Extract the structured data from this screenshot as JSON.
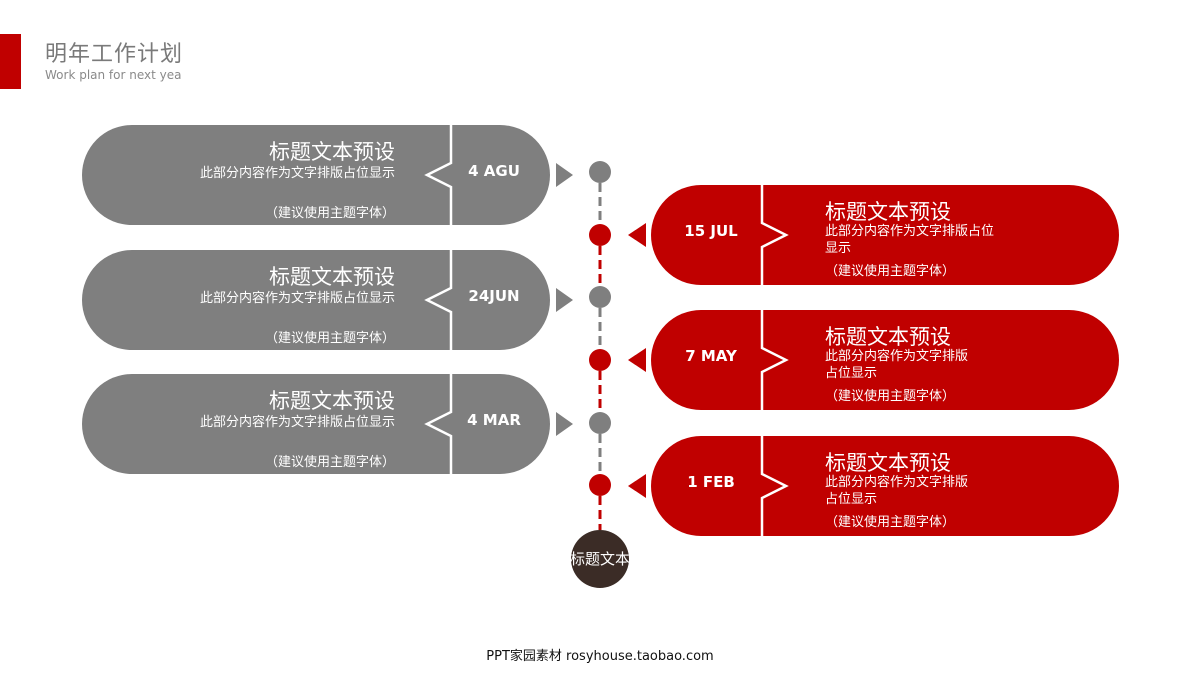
{
  "header": {
    "title": "明年工作计划",
    "subtitle": "Work plan for next yea"
  },
  "left_items": [
    {
      "date": "4 AGU",
      "title": "标题文本预设",
      "body": "此部分内容作为文字排版占位显示",
      "note": "（建议使用主题字体）"
    },
    {
      "date": "24JUN",
      "title": "标题文本预设",
      "body": "此部分内容作为文字排版占位显示",
      "note": "（建议使用主题字体）"
    },
    {
      "date": "4 MAR",
      "title": "标题文本预设",
      "body": "此部分内容作为文字排版占位显示",
      "note": "（建议使用主题字体）"
    }
  ],
  "right_items": [
    {
      "date": "15 JUL",
      "title": "标题文本预设",
      "body_line1": "此部分内容作为文字排版占位",
      "body_line2": "显示",
      "note": "（建议使用主题字体）"
    },
    {
      "date": "7 MAY",
      "title": "标题文本预设",
      "body_line1": "此部分内容作为文字排版",
      "body_line2": "占位显示",
      "note": "（建议使用主题字体）"
    },
    {
      "date": "1 FEB",
      "title": "标题文本预设",
      "body_line1": "此部分内容作为文字排版",
      "body_line2": "占位显示",
      "note": "（建议使用主题字体）"
    }
  ],
  "end_label": "标题文本",
  "footer": "PPT家园素材 rosyhouse.taobao.com",
  "colors": {
    "accent": "#c00000",
    "gray": "#7f7f7f",
    "dark": "#3b2c26"
  }
}
